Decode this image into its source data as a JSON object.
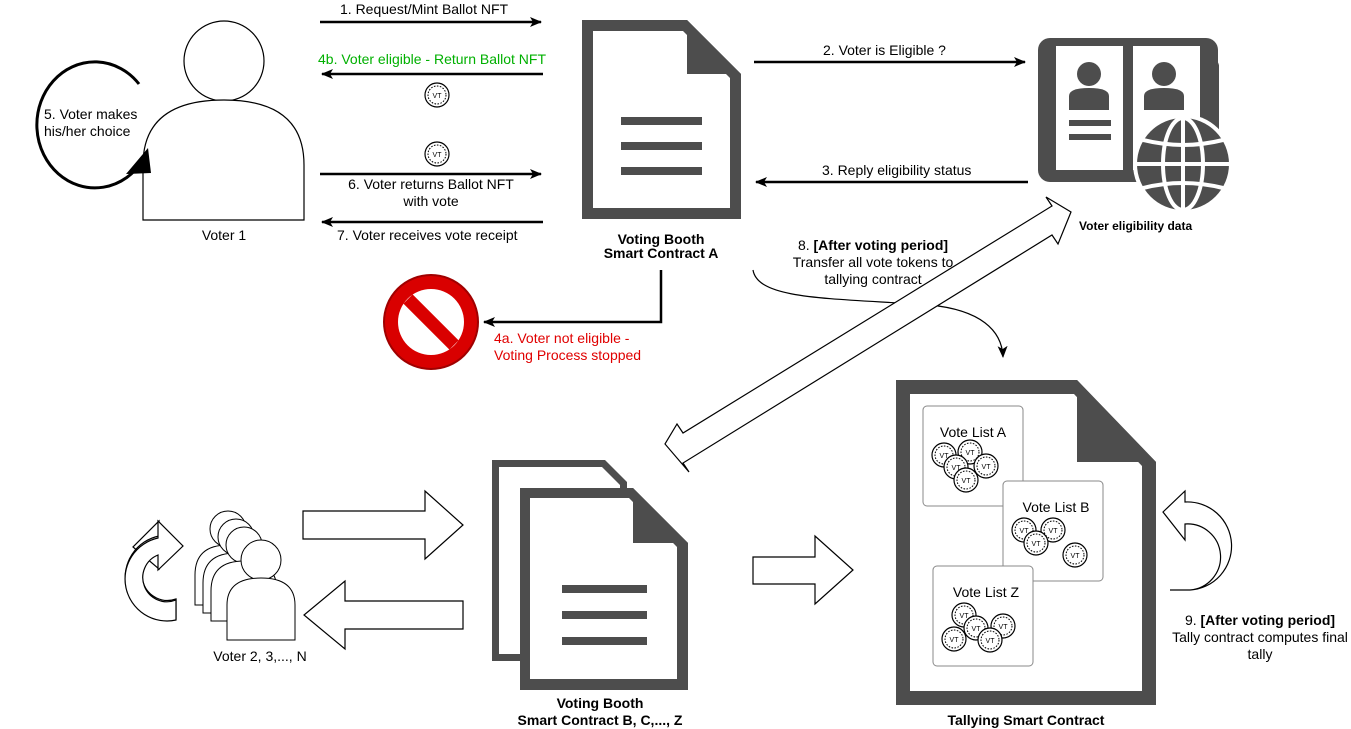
{
  "colors": {
    "dark_gray": "#4d4d4d",
    "green_text": "#00b000",
    "red_text": "#e00000",
    "stop_red": "#d90000"
  },
  "icons": {
    "person": "person-icon",
    "document": "document-icon",
    "voter_id_book": "id-book-icon",
    "globe": "globe-icon",
    "stop_sign": "prohibited-sign-icon",
    "token": "vt-token-icon",
    "cycle": "cycle-arrow-icon"
  },
  "token_label": "VT",
  "labels": {
    "step1": "1. Request/Mint Ballot NFT",
    "step2": "2. Voter is Eligible ?",
    "step3": "3. Reply eligibility status",
    "step4a_line1": "4a. Voter not eligible -",
    "step4a_line2": "Voting Process stopped",
    "step4b": "4b. Voter eligible - Return Ballot  NFT",
    "step5_line1": "5. Voter makes",
    "step5_line2": "his/her choice",
    "step6_line1": "6. Voter returns Ballot NFT",
    "step6_line2": "with vote",
    "step7": "7. Voter receives vote receipt",
    "step8_prefix": "8. ",
    "step8_bold": "[After voting period]",
    "step8_line2": "Transfer all vote tokens to",
    "step8_line3": "tallying contract",
    "step9_prefix": "9. ",
    "step9_bold": "[After voting period]",
    "step9_line2": "Tally contract computes final",
    "step9_line3": "tally",
    "voter1": "Voter 1",
    "voters_n": "Voter 2, 3,..., N",
    "booth_a_line1": "Voting Booth",
    "booth_a_line2": "Smart Contract A",
    "eligibility": "Voter eligibility data",
    "booth_b_line1": "Voting Booth",
    "booth_b_line2": "Smart Contract B, C,..., Z",
    "tally": "Tallying Smart Contract",
    "vote_list_a": "Vote List A",
    "vote_list_b": "Vote List B",
    "vote_list_z": "Vote List Z"
  }
}
